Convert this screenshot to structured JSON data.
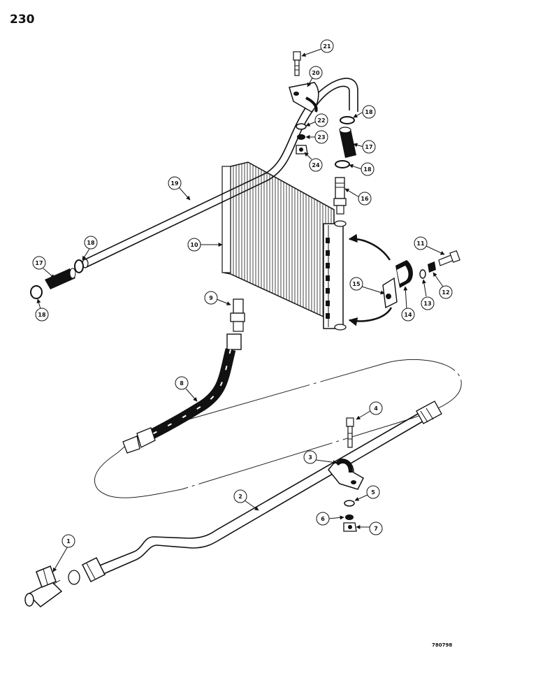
{
  "page_number": "230",
  "figure_code": "780798",
  "callouts": [
    "1",
    "2",
    "3",
    "4",
    "5",
    "6",
    "7",
    "8",
    "9",
    "10",
    "11",
    "12",
    "13",
    "14",
    "15",
    "16",
    "17",
    "18",
    "18",
    "18",
    "18",
    "19",
    "20",
    "21",
    "22",
    "23",
    "24",
    "17"
  ]
}
